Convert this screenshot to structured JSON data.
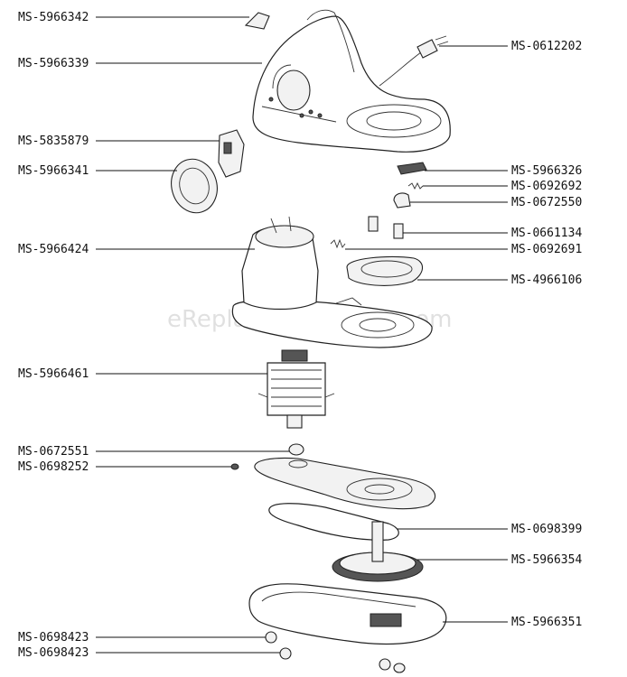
{
  "watermark": "eReplacementParts.com",
  "labels": [
    {
      "id": "p-5966342",
      "text": "MS-5966342"
    },
    {
      "id": "p-5966339",
      "text": "MS-5966339"
    },
    {
      "id": "p-5835879",
      "text": "MS-5835879"
    },
    {
      "id": "p-5966341",
      "text": "MS-5966341"
    },
    {
      "id": "p-5966424",
      "text": "MS-5966424"
    },
    {
      "id": "p-5966461",
      "text": "MS-5966461"
    },
    {
      "id": "p-0672551",
      "text": "MS-0672551"
    },
    {
      "id": "p-0698252",
      "text": "MS-0698252"
    },
    {
      "id": "p-0698423a",
      "text": "MS-0698423"
    },
    {
      "id": "p-0698423b",
      "text": "MS-0698423"
    },
    {
      "id": "p-0612202",
      "text": "MS-0612202"
    },
    {
      "id": "p-5966326",
      "text": "MS-5966326"
    },
    {
      "id": "p-0692692",
      "text": "MS-0692692"
    },
    {
      "id": "p-0672550",
      "text": "MS-0672550"
    },
    {
      "id": "p-0661134",
      "text": "MS-0661134"
    },
    {
      "id": "p-0692691",
      "text": "MS-0692691"
    },
    {
      "id": "p-4966106",
      "text": "MS-4966106"
    },
    {
      "id": "p-0698399",
      "text": "MS-0698399"
    },
    {
      "id": "p-5966354",
      "text": "MS-5966354"
    },
    {
      "id": "p-5966351",
      "text": "MS-5966351"
    }
  ]
}
